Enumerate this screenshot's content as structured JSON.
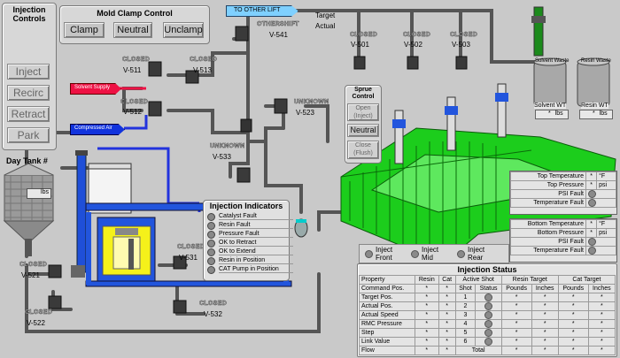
{
  "injection_controls": {
    "title": "Injection Controls",
    "buttons": [
      "Inject",
      "Recirc",
      "Retract",
      "Park"
    ]
  },
  "mold_clamp": {
    "title": "Mold Clamp Control",
    "buttons": [
      "Clamp",
      "Neutral",
      "Unclamp"
    ]
  },
  "to_other_lift": "TO OTHER LIFT",
  "target_label": "Target",
  "actual_label": "Actual",
  "solvent_supply": "Solvent Supply",
  "compressed_air": "Compressed Air",
  "day_tank": {
    "title": "Day Tank #",
    "unit": "lbs"
  },
  "valves": [
    {
      "state": "CLOSED",
      "name": "V-501"
    },
    {
      "state": "CLOSED",
      "name": "V-502"
    },
    {
      "state": "CLOSED",
      "name": "V-503"
    },
    {
      "state": "CLOSED",
      "name": "V-511"
    },
    {
      "state": "CLOSED",
      "name": "V-512"
    },
    {
      "state": "CLOSED",
      "name": "V-513"
    },
    {
      "state": "OTHERSHIFT",
      "name": "V-541"
    },
    {
      "state": "UNKNOWN",
      "name": "V-523"
    },
    {
      "state": "UNKNOWN",
      "name": "V-533"
    },
    {
      "state": "CLOSED",
      "name": "V-531"
    },
    {
      "state": "CLOSED",
      "name": "V-532"
    },
    {
      "state": "CLOSED",
      "name": "V-521"
    },
    {
      "state": "CLOSED",
      "name": "V-522"
    }
  ],
  "sprue_control": {
    "title": "Sprue Control",
    "buttons": [
      "Open (Inject)",
      "Neutral",
      "Close (Flush)"
    ]
  },
  "solvent_waste": {
    "title": "Solvent Waste",
    "wt_label": "Solvent WT",
    "unit": "lbs",
    "value": "*"
  },
  "resin_waste": {
    "title": "Resin Waste",
    "wt_label": "Resin WT",
    "unit": "lbs",
    "value": "*"
  },
  "top_temps": [
    {
      "label": "Top Temperature",
      "value": "*",
      "unit": "°F"
    },
    {
      "label": "Top Pressure",
      "value": "*",
      "unit": "psi"
    },
    {
      "label": "PSI Fault",
      "value": "",
      "unit": ""
    },
    {
      "label": "Temperature Fault",
      "value": "",
      "unit": ""
    }
  ],
  "bottom_temps": [
    {
      "label": "Bottom Temperature",
      "value": "*",
      "unit": "°F"
    },
    {
      "label": "Bottom Pressure",
      "value": "*",
      "unit": "psi"
    },
    {
      "label": "PSI Fault",
      "value": "",
      "unit": ""
    },
    {
      "label": "Temperature Fault",
      "value": "",
      "unit": ""
    }
  ],
  "injection_indicators": {
    "title": "Injection Indicators",
    "items": [
      "Catalyst Fault",
      "Resin Fault",
      "Pressure Fault",
      "OK to Retract",
      "OK to Extend",
      "Resin in Position",
      "CAT Pump in Position"
    ]
  },
  "inject_selectors": [
    "Inject Front",
    "Inject Mid",
    "Inject Rear"
  ],
  "injection_status": {
    "title": "Injection Status",
    "headers": [
      "Property",
      "Resin",
      "Cat",
      "Active Shot",
      "",
      "Resin Target",
      "",
      "Cat Target",
      ""
    ],
    "subheaders": [
      "Command Pos.",
      "*",
      "*",
      "Shot",
      "Status",
      "Pounds",
      "Inches",
      "Pounds",
      "Inches"
    ],
    "rows": [
      {
        "prop": "Target Pos.",
        "resin": "*",
        "cat": "*",
        "shot": "1",
        "rp": "*",
        "ri": "*",
        "cp": "*",
        "ci": "*"
      },
      {
        "prop": "Actual Pos.",
        "resin": "*",
        "cat": "*",
        "shot": "2",
        "rp": "*",
        "ri": "*",
        "cp": "*",
        "ci": "*"
      },
      {
        "prop": "Actual Speed",
        "resin": "*",
        "cat": "*",
        "shot": "3",
        "rp": "*",
        "ri": "*",
        "cp": "*",
        "ci": "*"
      },
      {
        "prop": "RMC Pressure",
        "resin": "*",
        "cat": "*",
        "shot": "4",
        "rp": "*",
        "ri": "*",
        "cp": "*",
        "ci": "*"
      },
      {
        "prop": "Step",
        "resin": "*",
        "cat": "*",
        "shot": "5",
        "rp": "*",
        "ri": "*",
        "cp": "*",
        "ci": "*"
      },
      {
        "prop": "Link Value",
        "resin": "*",
        "cat": "*",
        "shot": "6",
        "rp": "*",
        "ri": "*",
        "cp": "*",
        "ci": "*"
      },
      {
        "prop": "Flow",
        "resin": "*",
        "cat": "*",
        "shot": "Total",
        "rp": "*",
        "ri": "*",
        "cp": "*",
        "ci": "*"
      }
    ]
  },
  "colors": {
    "mold_green": "#22cc22",
    "pump_blue": "#2255dd",
    "pump_yellow": "#f4f21a",
    "pipe": "#555555",
    "solvent_red": "#ee1144",
    "air_blue": "#1133dd"
  }
}
